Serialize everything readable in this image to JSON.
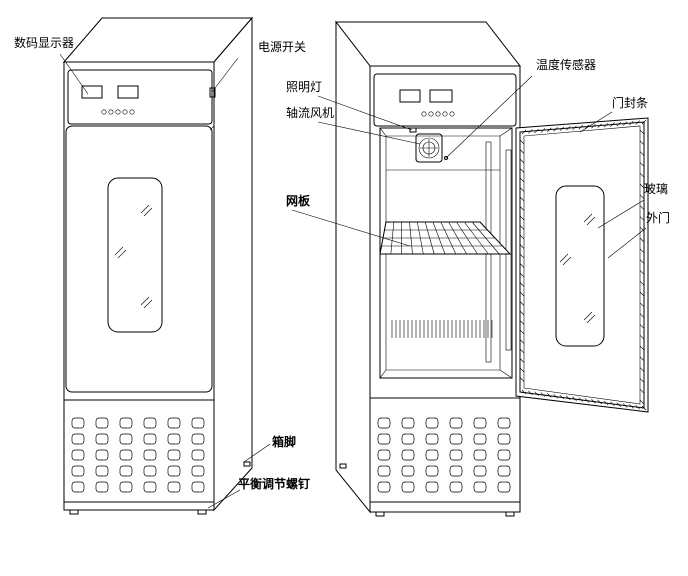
{
  "labels": {
    "display": "数码显示器",
    "power_switch": "电源开关",
    "lamp": "照明灯",
    "fan": "轴流风机",
    "sensor": "温度传感器",
    "door_seal": "门封条",
    "shelf": "网板",
    "glass": "玻璃",
    "outer_door": "外门",
    "foot": "箱脚",
    "leveling_screw": "平衡调节螺钉"
  }
}
